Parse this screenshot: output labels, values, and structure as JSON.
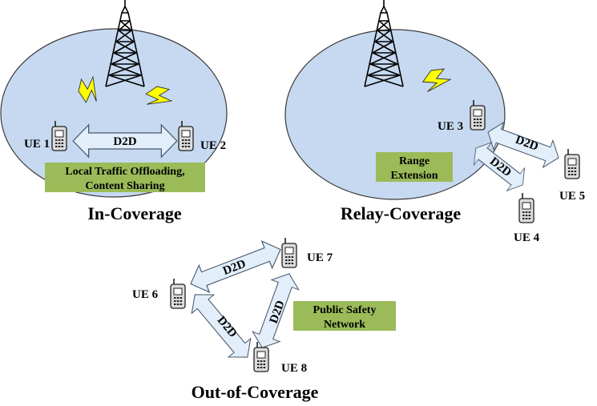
{
  "sections": {
    "in_coverage": "In-Coverage",
    "relay_coverage": "Relay-Coverage",
    "out_of_coverage": "Out-of-Coverage"
  },
  "ues": {
    "ue1": "UE 1",
    "ue2": "UE 2",
    "ue3": "UE 3",
    "ue4": "UE 4",
    "ue5": "UE 5",
    "ue6": "UE 6",
    "ue7": "UE 7",
    "ue8": "UE 8"
  },
  "link_label": "D2D",
  "boxes": {
    "local_line1": "Local Traffic Offloading,",
    "local_line2": "Content Sharing",
    "range_line1": "Range",
    "range_line2": "Extension",
    "safety_line1": "Public Safety",
    "safety_line2": "Network"
  },
  "colors": {
    "cell": "#c6d9f1",
    "box": "#9bbb59",
    "arrow": "#e2eef9",
    "bolt": "#ffff00"
  }
}
